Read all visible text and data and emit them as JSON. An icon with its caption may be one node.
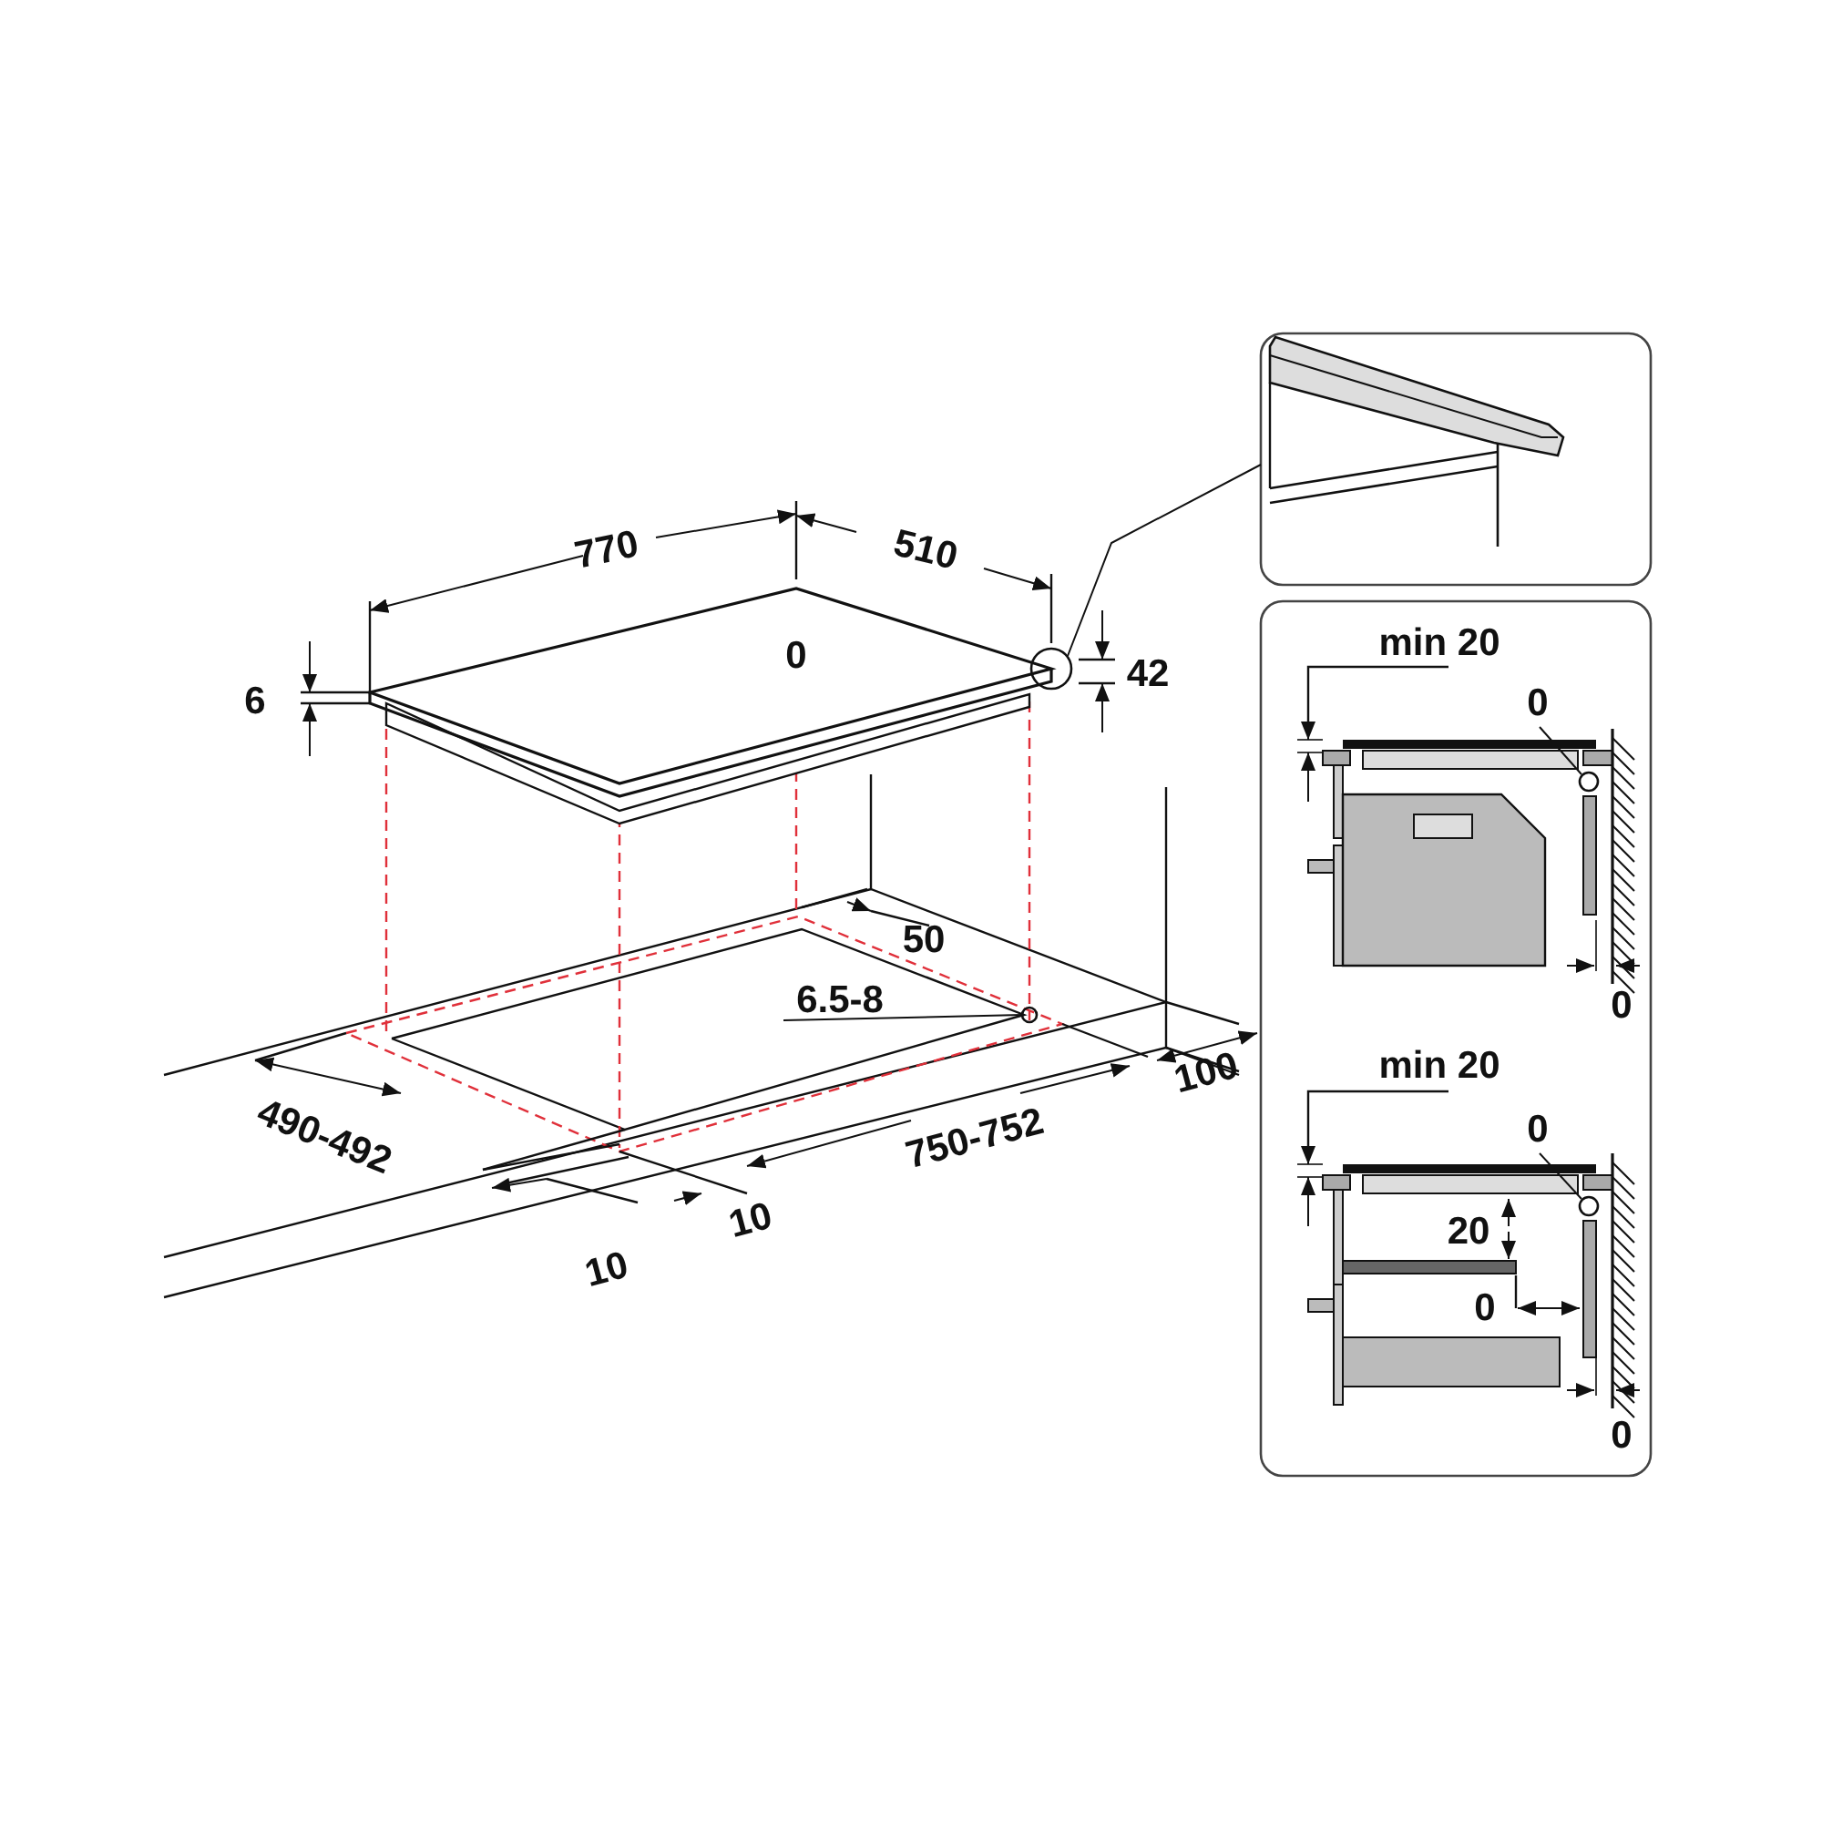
{
  "diagram": {
    "nodes": [
      {
        "text": [],
        "shape": "circle"
      },
      {
        "text": [],
        "shape": "picture"
      },
      {
        "text": [
          "6.5-8"
        ]
      },
      {
        "text": [],
        "shape": "circle"
      },
      {
        "text": [
          "0"
        ]
      },
      {
        "text": [],
        "shape": "circle"
      },
      {
        "text": [
          "0"
        ]
      },
      {
        "text": [],
        "shape": "circle"
      }
    ],
    "edges": [
      {
        "from": 0,
        "to": 1,
        "arrow": "none"
      },
      {
        "from": 2,
        "to": 3,
        "arrow": "none"
      },
      {
        "from": 4,
        "to": 5,
        "arrow": "none"
      },
      {
        "from": 6,
        "to": 7,
        "arrow": "none"
      }
    ],
    "labels": [
      "770",
      "510",
      "0",
      "6",
      "42",
      "50",
      "490-492",
      "750-752",
      "100",
      "10",
      "10",
      "min 20",
      "0",
      "min 20",
      "20",
      "0",
      "0"
    ]
  }
}
